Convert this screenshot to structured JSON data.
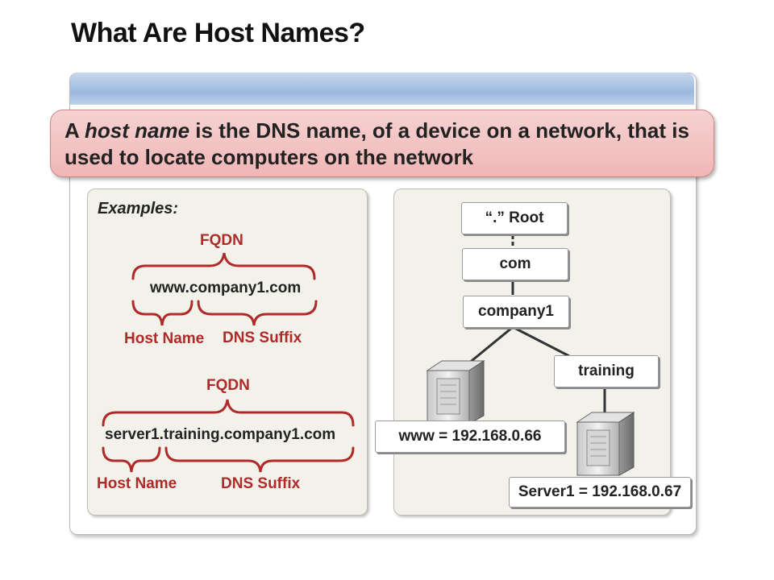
{
  "title": "What Are Host Names?",
  "definition": {
    "prefix": "A ",
    "term": "host name",
    "rest_line1": " is the DNS name, of a device on a network, that is",
    "line2": "used to locate computers on the network"
  },
  "examples": {
    "heading": "Examples:",
    "example1": {
      "fqdn_label": "FQDN",
      "name": "www.company1.com",
      "host_label": "Host Name",
      "suffix_label": "DNS Suffix"
    },
    "example2": {
      "fqdn_label": "FQDN",
      "name": "server1.training.company1.com",
      "host_label": "Host Name",
      "suffix_label": "DNS Suffix"
    }
  },
  "tree": {
    "root": "“.” Root",
    "com": "com",
    "company1": "company1",
    "training": "training",
    "www_host": "www = 192.168.0.66",
    "server1_host": "Server1 = 192.168.0.67"
  },
  "colors": {
    "accent_red": "#b02a2a",
    "banner_pink": "#f0b6b6",
    "header_blue": "#9db8de",
    "panel_bg": "#f2f1ea"
  },
  "icons": [
    "server-icon",
    "server-icon"
  ]
}
